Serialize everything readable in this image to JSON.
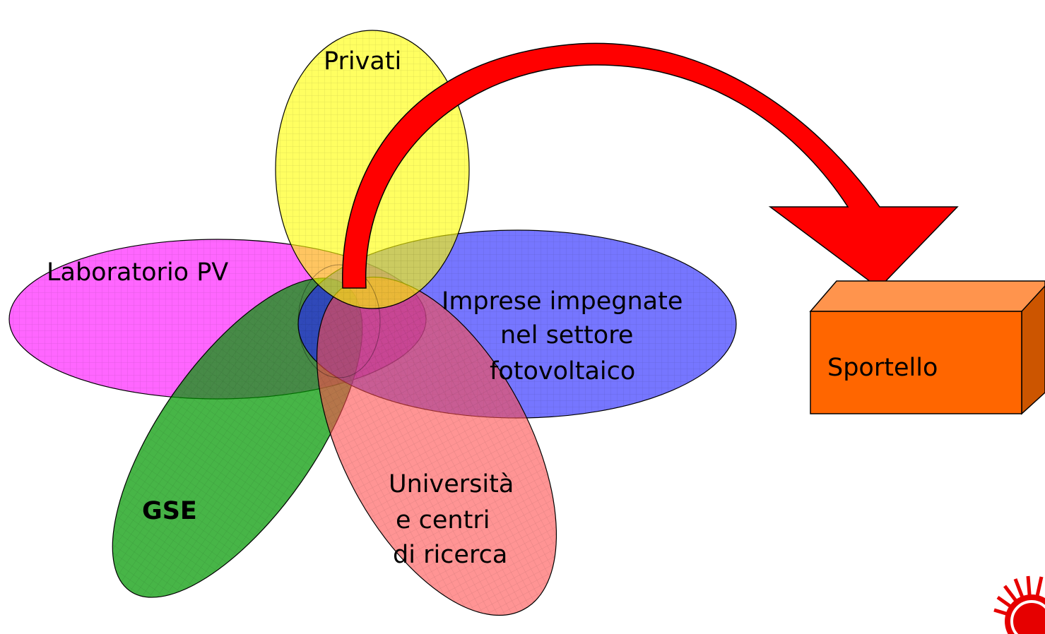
{
  "nodes": {
    "privati": {
      "label": "Privati",
      "color": "#FFFF00"
    },
    "laboratorio": {
      "label": "Laboratorio PV",
      "color": "#FF00FF"
    },
    "gse": {
      "label": "GSE",
      "color": "#009900"
    },
    "imprese": {
      "lines": [
        "Imprese impegnate",
        "nel settore",
        "fotovoltaico"
      ],
      "color": "#3333FF"
    },
    "universita": {
      "lines": [
        "Università",
        "e centri",
        "di ricerca"
      ],
      "color": "#FF6666"
    }
  },
  "target": {
    "label": "Sportello",
    "color": "#FF6600"
  },
  "arrow": {
    "color": "#FF0000",
    "from": "overlapping groups",
    "to": "Sportello"
  }
}
